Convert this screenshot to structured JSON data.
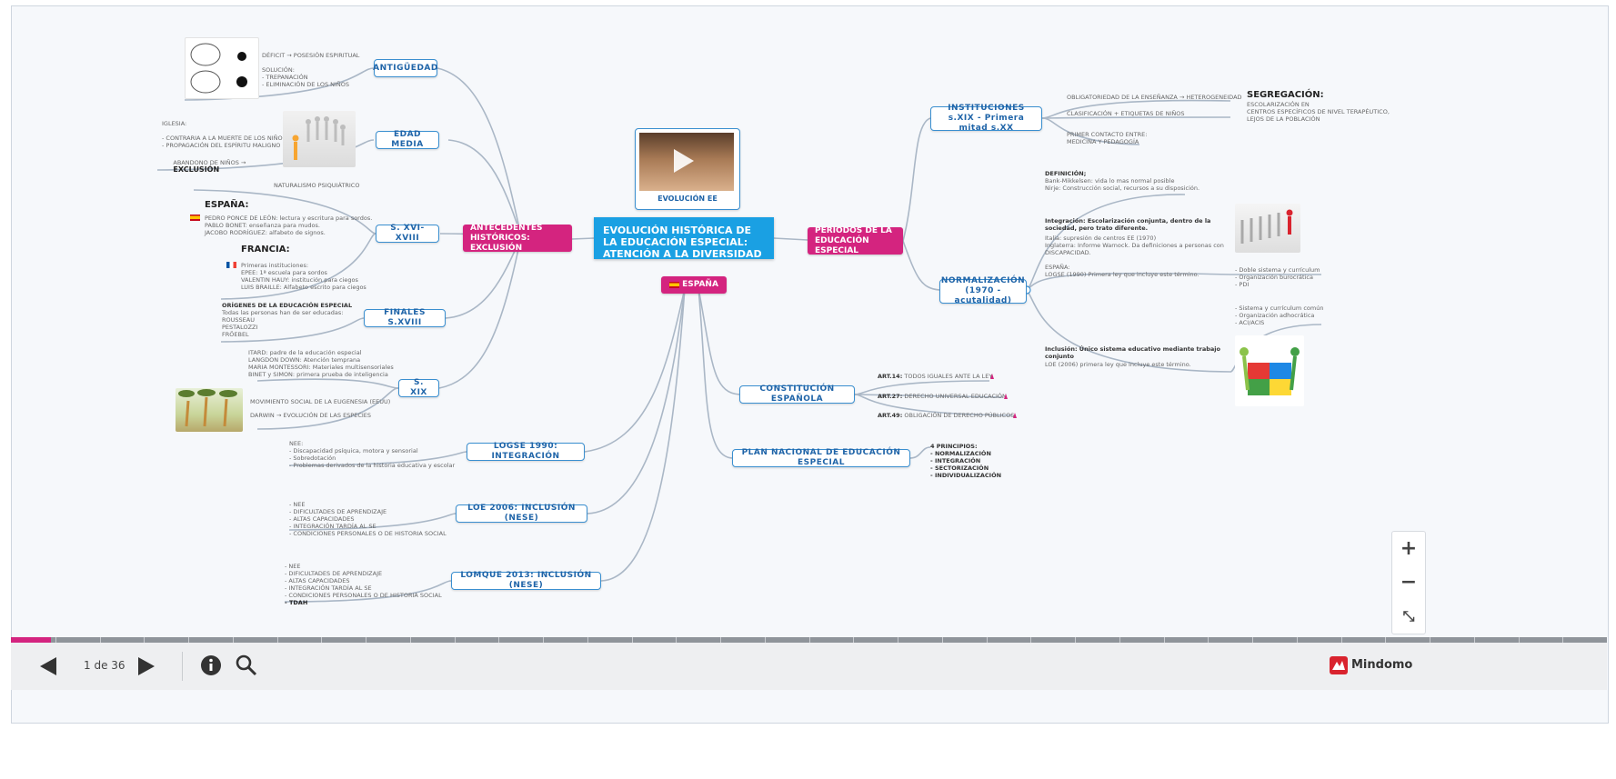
{
  "central": {
    "title": "EVOLUCIÓN HISTÓRICA DE LA EDUCACIÓN ESPECIAL: ATENCIÓN A LA DIVERSIDAD"
  },
  "video": {
    "caption": "EVOLUCIÓN EE"
  },
  "left_hub": {
    "label": "ANTECEDENTES HISTÓRICOS: EXCLUSIÓN"
  },
  "spain_hub": {
    "label": "ESPAÑA"
  },
  "right_hub": {
    "label": "PERIODOS DE LA EDUCACIÓN ESPECIAL"
  },
  "left_nodes": {
    "antiguedad": "ANTIGÜEDAD",
    "edad_media": "EDAD MEDIA",
    "s_xvi_xviii": "S. XVI-XVIII",
    "finales_xviii": "FINALES S.XVIII",
    "s_xix": "S. XIX"
  },
  "left_notes": {
    "antiguedad": "DÉFICIT → POSESIÓN ESPIRITUAL\n\nSOLUCIÓN:\n- TREPANACIÓN\n- ELIMINACIÓN DE LOS NIÑOS",
    "edad_media_1": "IGLESIA:\n\n- CONTRARIA A LA MUERTE DE LOS NIÑOS\n- PROPAGACIÓN DEL ESPÍRITU MALIGNO",
    "edad_media_2": "ABANDONO DE NIÑOS →",
    "edad_media_2b": "EXCLUSIÓN",
    "naturalismo": "NATURALISMO PSIQUIÁTRICO",
    "espana_title": "ESPAÑA:",
    "espana_body": "PEDRO PONCE DE LEÓN: lectura y escritura para sordos.\nPABLO BONET: enseñanza para mudos.\nJACOBO RODRÍGUEZ: alfabeto de signos.",
    "francia_title": "FRANCIA:",
    "francia_body": "Primeras instituciones:\nEPEE: 1ª escuela para sordos\nVALENTIN HAUY: institución para ciegos\nLUIS BRAILLE: Alfabeto escrito para ciegos",
    "origenes_title": "ORÍGENES DE LA EDUCACIÓN ESPECIAL",
    "origenes_body": "Todas las personas han de ser educadas:\nROUSSEAU\nPESTALOZZI\nFRÖEBEL",
    "sxix_body": "ITARD: padre de la educación especial\nLANGDON DOWN: Atención temprana\nMARIA MONTESSORI: Materiales multisensoriales\nBINET y SIMON: primera prueba de inteligencia",
    "eugenesia": "MOVIMIENTO SOCIAL DE LA EUGENESIA (EEUU)",
    "darwin": "DARWIN → EVOLUCIÓN DE LAS ESPECIES"
  },
  "spain_nodes": {
    "logse": "LOGSE 1990: INTEGRACIÓN",
    "loe": "LOE 2006: INCLUSIÓN (NESE)",
    "lomque": "LOMQUE 2013: INCLUSIÓN (NESE)",
    "constitucion": "CONSTITUCIÓN ESPAÑOLA",
    "plan": "PLAN NACIONAL DE EDUCACIÓN ESPECIAL"
  },
  "spain_notes": {
    "logse": "NEE:\n- Discapacidad psíquica, motora y sensorial\n- Sobredotación\n- Problemas derivados de la historia educativa y escolar",
    "loe": "- NEE\n- DIFICULTADES DE APRENDIZAJE\n- ALTAS CAPACIDADES\n- INTEGRACIÓN TARDÍA AL SE\n- CONDICIONES PERSONALES O DE HISTORIA SOCIAL",
    "lomque": "- NEE\n- DIFICULTADES DE APRENDIZAJE\n- ALTAS CAPACIDADES\n- INTEGRACIÓN TARDÍA AL SE\n- CONDICIONES PERSONALES O DE HISTORIA SOCIAL",
    "lomque_tdah": "- TDAH",
    "art14_b": "ART.14:",
    "art14": " TODOS IGUALES ANTE LA LEY",
    "art27_b": "ART.27:",
    "art27": " DERECHO UNIVERSAL EDUCACIÓN",
    "art49_b": "ART.49:",
    "art49": " OBLIGACIÓN DE DERECHO PÚBLICOS",
    "plan": "4 PRINCIPIOS:\n- NORMALIZACIÓN\n- INTEGRACIÓN\n- SECTORIZACIÓN\n- INDIVIDUALIZACIÓN"
  },
  "right_nodes": {
    "instituciones": "INSTITUCIONES s.XIX - Primera mitad s.XX",
    "normalizacion": "NORMALIZACIÓN (1970 - acutalidad)"
  },
  "right_notes": {
    "obligatoriedad": "OBLIGATORIEDAD DE LA ENSEÑANZA → HETEROGENEIDAD",
    "clasificacion": "CLASIFICACIÓN + ETIQUETAS DE NIÑOS",
    "primer_contacto": "PRIMER CONTACTO ENTRE:\nMEDICINA Y PEDAGOGÍA",
    "segregacion_title": "SEGREGACIÓN:",
    "segregacion_body": "ESCOLARIZACIÓN EN\nCENTROS ESPECÍFICOS DE NIVEL TERAPÉUTICO,\nLEJOS DE LA POBLACIÓN",
    "definicion_title": "DEFINICIÓN;",
    "definicion_body": "Bank-Mikkelsen: vida lo mas normal posible\nNirje: Construcción social, recursos a su disposición.",
    "integracion_title": "Integración: Escolarización conjunta, dentro de la\nsociedad, pero trato diferente.",
    "integracion_body": "Italia: supresión de centros EE (1970)\nInglaterra: Informe Warnock. Da definiciones a personas con\nDISCAPACIDAD.\n\nESPAÑA:\nLOGSE (1990) Primera ley que incluye este término.",
    "integracion_side": "- Doble sistema y currículum\n- Organización burocrática\n- PDI",
    "inclusion_side": "- Sistema y currículum común\n- Organización adhocrática\n- ACI/ACIS",
    "inclusion_title": "Inclusión: Único sistema educativo mediante trabajo\nconjunto",
    "inclusion_body": "LOE (2006) primera ley que incluye este término."
  },
  "zoom": {
    "plus": "+",
    "minus": "−",
    "fit": "⤡"
  },
  "footer": {
    "page": "1 de 36",
    "brand": "Mindomo"
  },
  "colors": {
    "accent_blue": "#1aa0e3",
    "pink": "#d4247f",
    "node_border": "#3a8fd0",
    "link": "#aab7c6"
  }
}
